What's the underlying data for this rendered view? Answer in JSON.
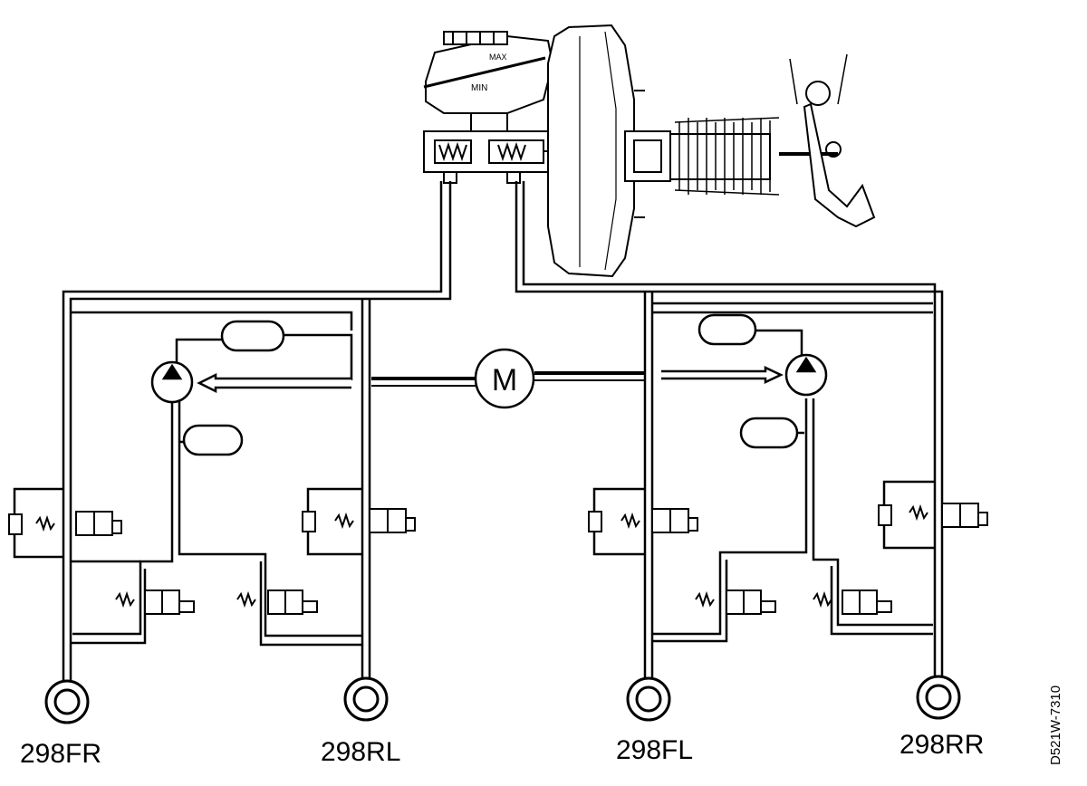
{
  "figure": {
    "motor_label": "M",
    "doc_code": "D521W-7310",
    "line_color": "#000000",
    "background": "#ffffff"
  },
  "wheels": [
    {
      "id": "fr",
      "label": "298FR"
    },
    {
      "id": "rl",
      "label": "298RL"
    },
    {
      "id": "fl",
      "label": "298FL"
    },
    {
      "id": "rr",
      "label": "298RR"
    }
  ]
}
